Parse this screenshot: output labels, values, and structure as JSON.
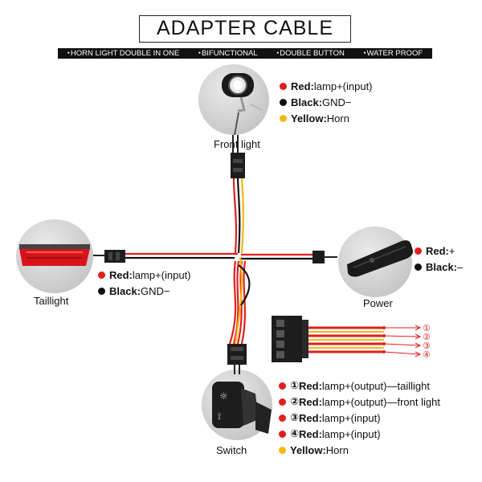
{
  "title": "ADAPTER CABLE",
  "features": [
    "HORN LIGHT DOUBLE IN ONE",
    "BIFUNCTIONAL",
    "DOUBLE BUTTON",
    "WATER PROOF"
  ],
  "colors": {
    "red": "#e0201c",
    "black": "#111111",
    "yellow": "#f2b90f",
    "circle": "#cccccc"
  },
  "devices": {
    "front_light": {
      "label": "Front light",
      "wires": [
        {
          "color": "Red:",
          "desc": "lamp+(input)"
        },
        {
          "color": "Black:",
          "desc": "GND−"
        },
        {
          "color": "Yellow:",
          "desc": "Horn"
        }
      ]
    },
    "taillight": {
      "label": "Taillight",
      "wires": [
        {
          "color": "Red:",
          "desc": "lamp+(input)"
        },
        {
          "color": "Black:",
          "desc": "GND−"
        }
      ]
    },
    "power": {
      "label": "Power",
      "wires": [
        {
          "color": "Red:",
          "desc": "+"
        },
        {
          "color": "Black:",
          "desc": "–"
        }
      ]
    },
    "switch": {
      "label": "Switch",
      "wires": [
        {
          "num": "①",
          "color": "Red:",
          "desc": "lamp+(output)—taillight"
        },
        {
          "num": "②",
          "color": "Red:",
          "desc": "lamp+(output)—front light"
        },
        {
          "num": "③",
          "color": "Red:",
          "desc": "lamp+(input)"
        },
        {
          "num": "④",
          "color": "Red:",
          "desc": "lamp+(input)"
        },
        {
          "num": "",
          "color": "Yellow:",
          "desc": "Horn"
        }
      ]
    }
  },
  "connector_pins": [
    "①",
    "②",
    "③",
    "④"
  ]
}
